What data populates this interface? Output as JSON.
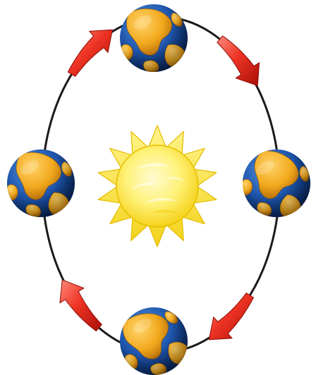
{
  "diagram": {
    "center": {
      "name": "sun"
    },
    "orbit": {
      "shape": "ellipse",
      "stroke": "#1a1a1a"
    },
    "earth_positions": [
      "top",
      "right",
      "bottom",
      "left"
    ],
    "direction": "clockwise",
    "arrow_count": 4,
    "colors": {
      "sun_core": "#fff7a8",
      "sun_edge": "#f5d21c",
      "sun_rays": "#f7e43a",
      "sun_outline": "#e0b800",
      "ocean_light": "#3f7fd0",
      "ocean_dark": "#0b2f73",
      "land": "#f2a91d",
      "arrow_light": "#ff6b5e",
      "arrow_dark": "#c4150c"
    }
  }
}
